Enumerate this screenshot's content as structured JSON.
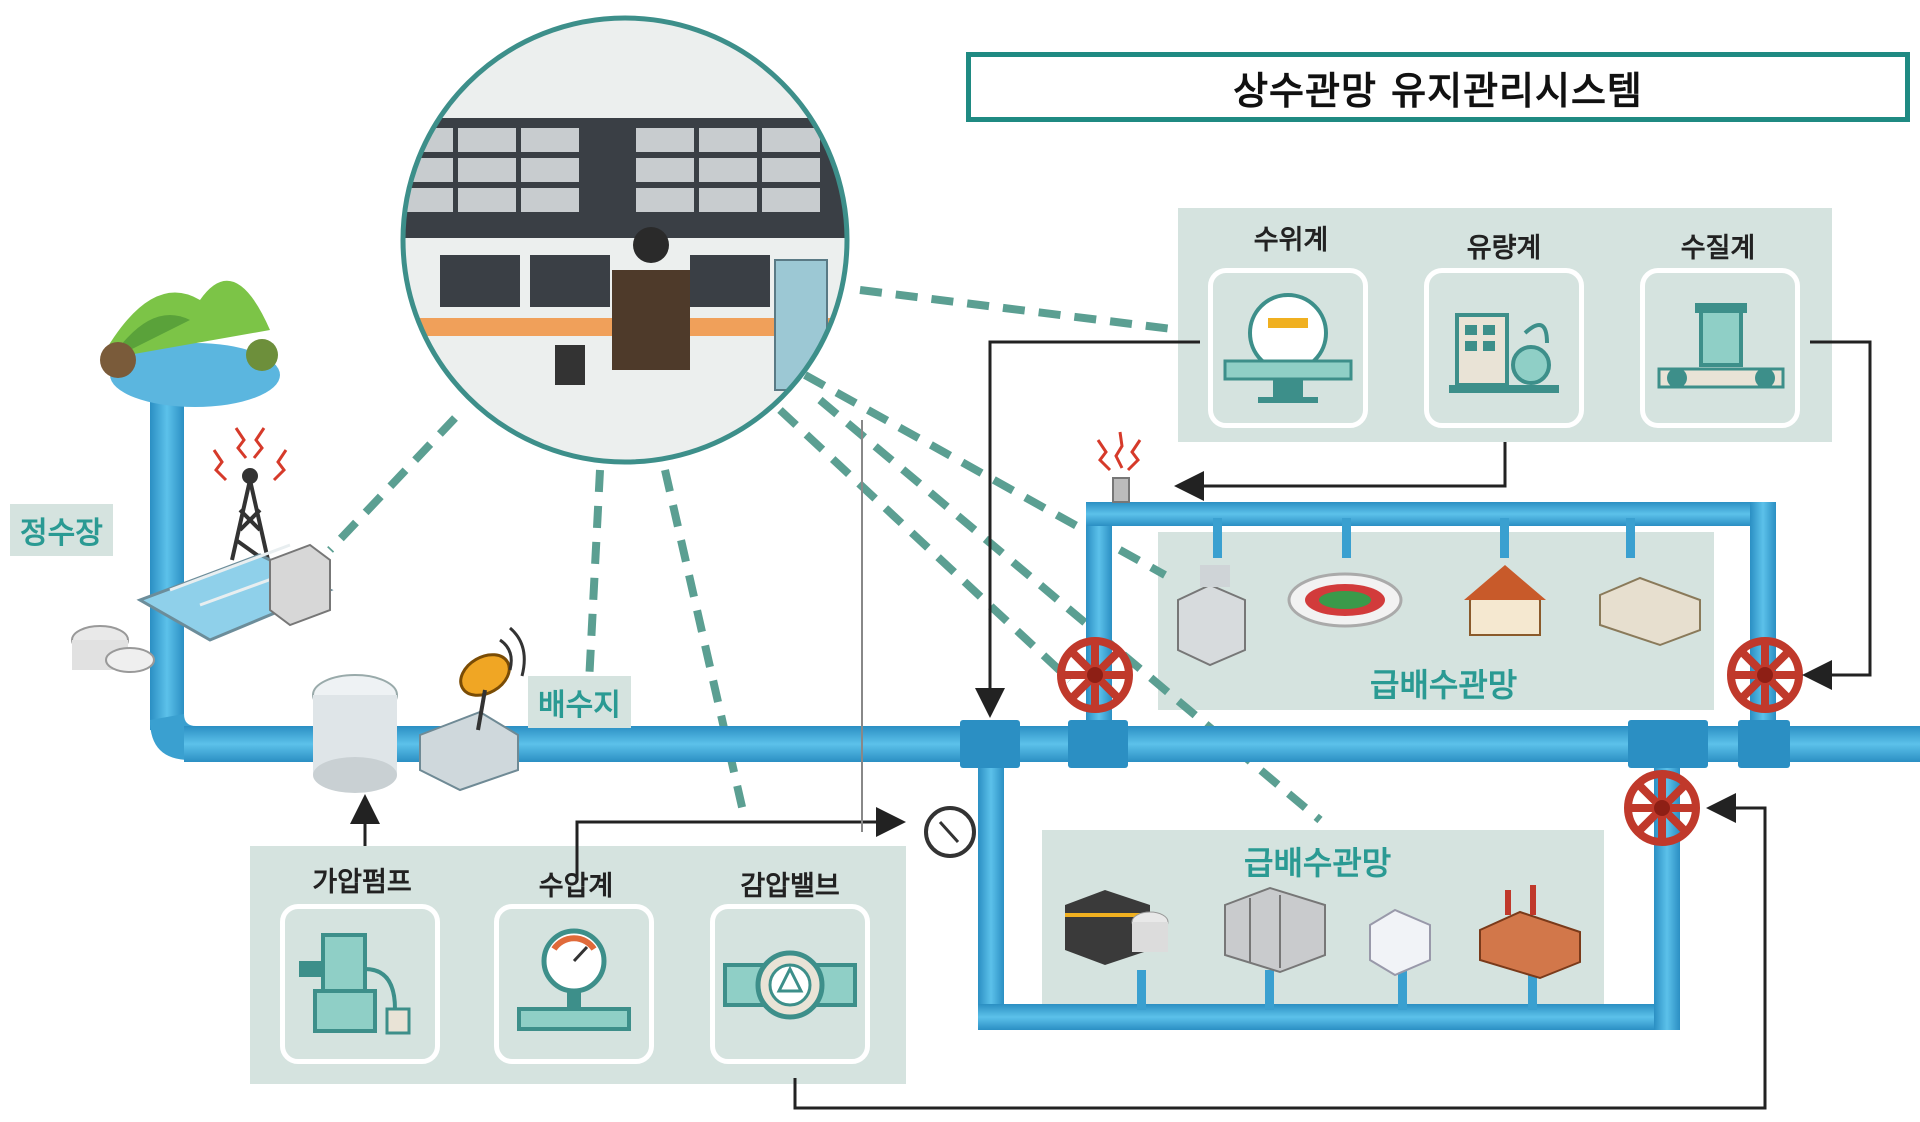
{
  "title": "상수관망 유지관리시스템",
  "places": {
    "water_plant": "정수장",
    "reservoir": "배수지"
  },
  "sensors_top": [
    "수위계",
    "유량계",
    "수질계"
  ],
  "devices_bottom": [
    "가압펌프",
    "수압계",
    "감압밸브"
  ],
  "networks": {
    "upper": "급배수관망",
    "lower": "급배수관망"
  },
  "colors": {
    "pipe": "#3aa0d0",
    "panel": "#d5e3df",
    "teal": "#2a9a93",
    "valve": "#c0392b",
    "dash": "#5b9f92"
  }
}
